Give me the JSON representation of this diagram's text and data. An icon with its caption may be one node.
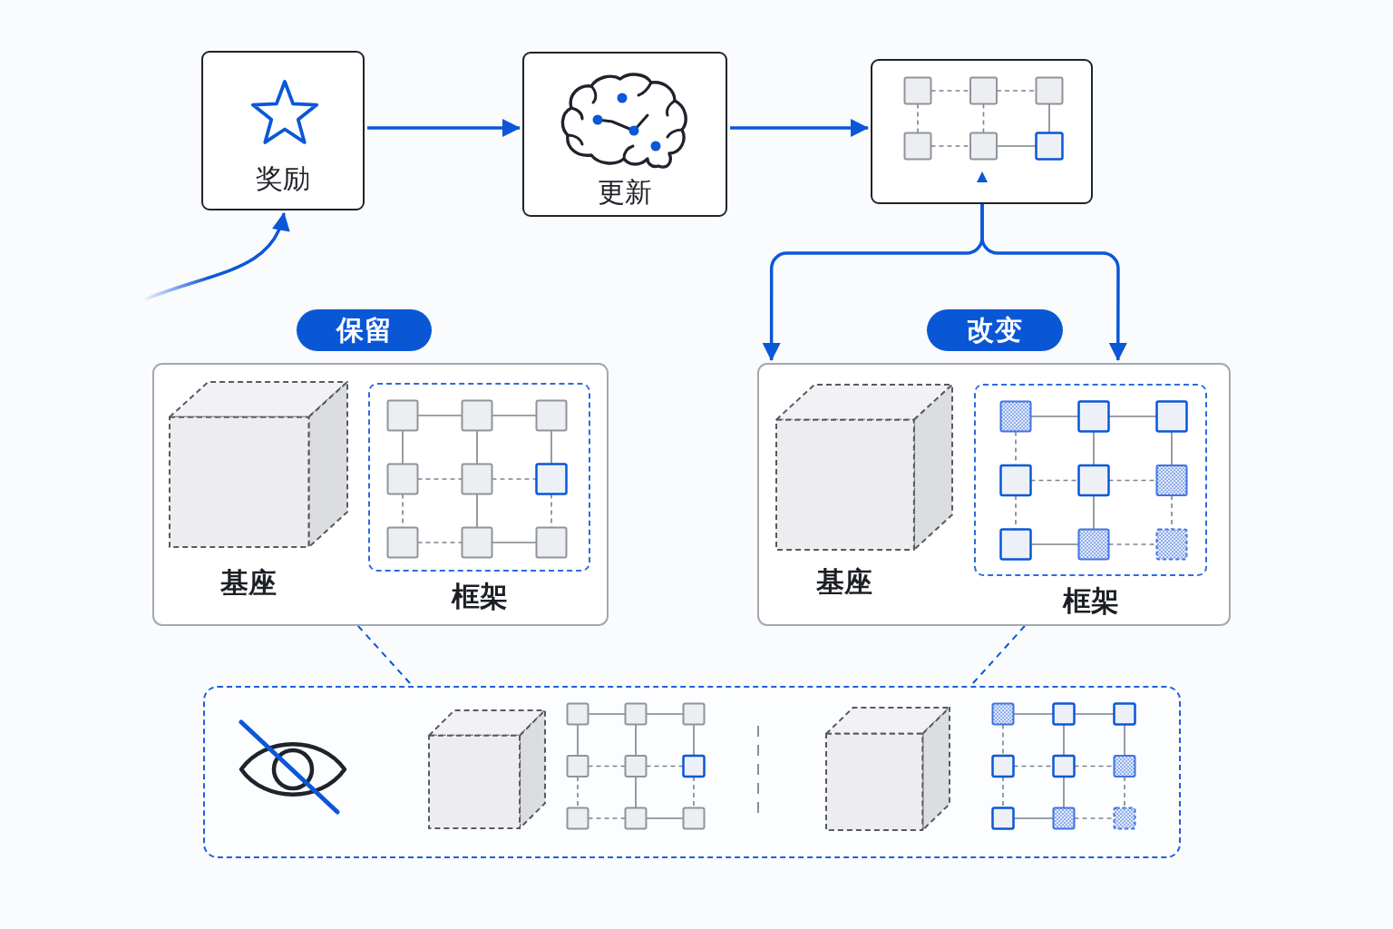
{
  "diagram": {
    "nodes": [
      {
        "text": [
          "奖励"
        ]
      },
      {
        "text": [
          "更新"
        ]
      },
      {
        "text": [],
        "shape": "box"
      },
      {
        "text": [
          "保留"
        ]
      },
      {
        "text": [],
        "shape": "box"
      },
      {
        "text": [
          "基座"
        ],
        "in": 4
      },
      {
        "text": [
          "框架"
        ],
        "in": 4
      },
      {
        "text": [
          "改变"
        ]
      },
      {
        "text": [],
        "shape": "box"
      },
      {
        "text": [
          "基座"
        ],
        "in": 8
      },
      {
        "text": [
          "框架"
        ],
        "in": 8
      },
      {
        "text": [],
        "shape": "box"
      },
      {
        "text": [],
        "shape": "cube",
        "in": 11
      },
      {
        "text": [],
        "shape": "grid",
        "in": 11
      },
      {
        "text": [],
        "shape": "cube",
        "in": 11
      },
      {
        "text": [],
        "shape": "grid",
        "in": 11
      }
    ],
    "edges": [
      {
        "from": null,
        "to": 0,
        "arrow": "to"
      },
      {
        "from": 0,
        "to": 1,
        "arrow": "to"
      },
      {
        "from": 1,
        "to": 2,
        "arrow": "to"
      },
      {
        "from": 2,
        "to": 8,
        "arrow": "to"
      },
      {
        "from": 2,
        "to": 8,
        "arrow": "to"
      },
      {
        "from": 4,
        "to": 11,
        "arrow": "none",
        "style": "dashed"
      },
      {
        "from": 8,
        "to": 11,
        "arrow": "none",
        "style": "dashed"
      }
    ]
  }
}
